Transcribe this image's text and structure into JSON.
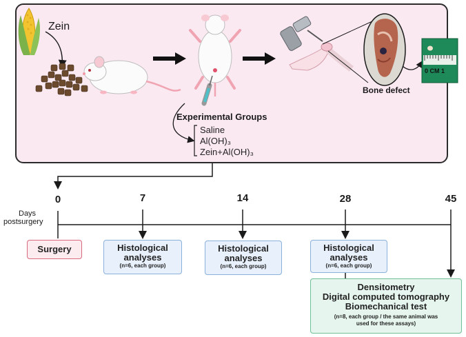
{
  "top_panel": {
    "zein_label": "Zein",
    "bone_defect_label": "Bone defect",
    "ruler_label": "0 CM 1",
    "experimental_groups_title": "Experimental Groups",
    "groups": [
      "Saline",
      "Al(OH)₃",
      "Zein+Al(OH)₃"
    ]
  },
  "timeline": {
    "axis_label_line1": "Days",
    "axis_label_line2": "postsurgery",
    "days": [
      "0",
      "7",
      "14",
      "28",
      "45"
    ],
    "boxes": {
      "surgery": "Surgery",
      "histology_title_line1": "Histological",
      "histology_title_line2": "analyses",
      "histology_note": "(n=6, each group)",
      "final_line1": "Densitometry",
      "final_line2": "Digital computed tomography",
      "final_line3": "Biomechanical test",
      "final_note_line1": "(n=8, each group / the same animal was",
      "final_note_line2": "used for these assays)"
    }
  },
  "colors": {
    "panel_bg": "#fbe9f2",
    "blue_box": "#e7f0fb",
    "pink_box": "#fdecef",
    "green_box": "#e6f6ee"
  },
  "icons": [
    "corn-icon",
    "food-pellets-icon",
    "mouse-icon",
    "supine-rat-icon",
    "syringe-icon",
    "surgical-drill-icon",
    "rat-leg-icon",
    "femur-photo-icon",
    "ruler-photo-icon"
  ]
}
